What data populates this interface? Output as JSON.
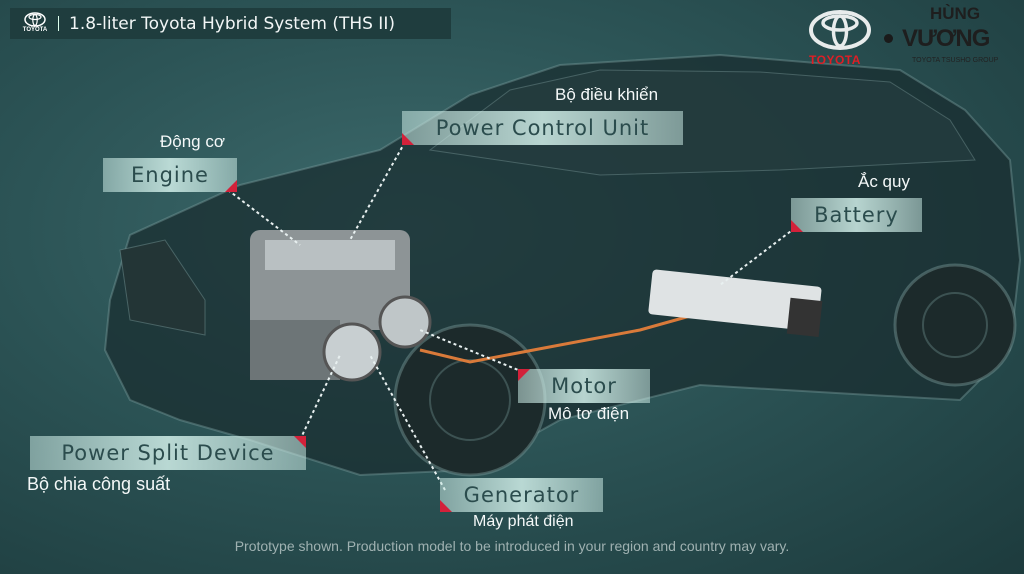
{
  "header": {
    "logo_text": "TOYOTA",
    "title": "1.8-liter Toyota Hybrid System (THS II)"
  },
  "brand": {
    "toyota": "TOYOTA",
    "dealer_line1": "HÙNG",
    "dealer_line2": "VƯƠNG",
    "dealer_group": "TOYOTA TSUSHO GROUP"
  },
  "components": {
    "engine": {
      "label": "Engine",
      "vn": "Động cơ"
    },
    "pcu": {
      "label": "Power Control Unit",
      "vn": "Bộ điều khiển"
    },
    "battery": {
      "label": "Battery",
      "vn": "Ắc quy"
    },
    "motor": {
      "label": "Motor",
      "vn": "Mô tơ điện"
    },
    "psd": {
      "label": "Power Split Device",
      "vn": "Bộ chia công suất"
    },
    "generator": {
      "label": "Generator",
      "vn": "Máy phát điện"
    }
  },
  "colors": {
    "accent": "#d3213a",
    "label_text": "#2b4c4d",
    "background": "#2c5456"
  },
  "footer": "Prototype shown. Production model to be introduced in your region and country may vary."
}
